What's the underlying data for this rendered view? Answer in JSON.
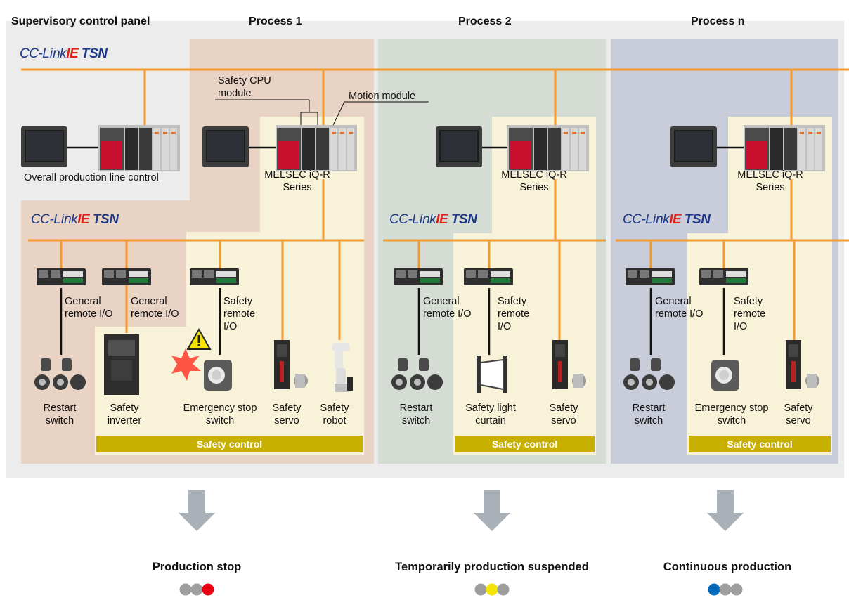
{
  "headers": {
    "supervisory": "Supervisory control panel",
    "process1": "Process 1",
    "process2": "Process 2",
    "processn": "Process n"
  },
  "network_logo": {
    "cc": "CC-Línk",
    "ie": "IE",
    "tsn": "TSN"
  },
  "supervisory": {
    "caption": "Overall production line control"
  },
  "callouts": {
    "safety_cpu": "Safety CPU module",
    "motion": "Motion module"
  },
  "plc": {
    "line1": "MELSEC iQ-R",
    "line2": "Series"
  },
  "devices": {
    "general_remote_io": "General remote I/O",
    "safety_remote_io": "Safety remote I/O",
    "restart_switch": "Restart switch",
    "safety_inverter": "Safety inverter",
    "emergency_stop_switch": "Emergency stop switch",
    "safety_servo": "Safety servo",
    "safety_robot": "Safety robot",
    "safety_light_curtain": "Safety light curtain"
  },
  "safety_control": "Safety control",
  "results": [
    {
      "label": "Production stop",
      "lamp": [
        "#9e9e9e",
        "#9e9e9e",
        "#e60012"
      ]
    },
    {
      "label": "Temporarily production suspended",
      "lamp": [
        "#9e9e9e",
        "#f5e400",
        "#9e9e9e"
      ]
    },
    {
      "label": "Continuous production",
      "lamp": [
        "#0068b7",
        "#9e9e9e",
        "#9e9e9e"
      ]
    }
  ],
  "colors": {
    "network": "#f39a2e",
    "safety_bar": "#c8b000",
    "alarm": "#e60012"
  },
  "icons": [
    "warning-icon",
    "arrow-down-icon",
    "signal-lamp-icon"
  ]
}
